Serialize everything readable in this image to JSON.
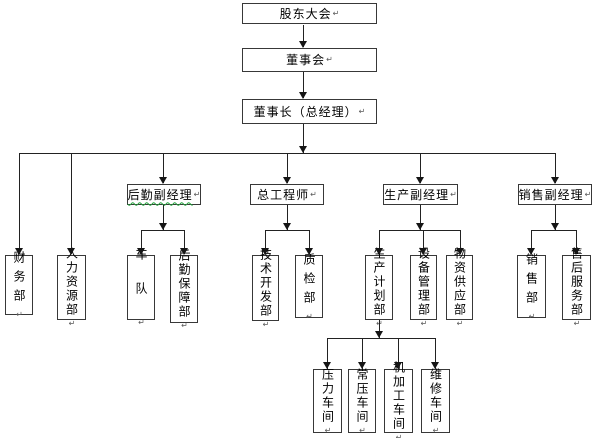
{
  "diagram_type": "organization-chart",
  "colors": {
    "line": "#222222",
    "box_border": "#383838",
    "grammar_underline": "#23a33c",
    "background": "#ffffff"
  },
  "marks": {
    "return_mark": "↵"
  },
  "nodes": {
    "shareholders": {
      "label": "股东大会"
    },
    "board": {
      "label": "董事会"
    },
    "chairman": {
      "label": "董事长（总经理）"
    },
    "logistics_mgr": {
      "label": "后勤副经理"
    },
    "chief_engineer": {
      "label": "总工程师"
    },
    "production_mgr": {
      "label": "生产副经理"
    },
    "sales_mgr": {
      "label": "销售副经理"
    },
    "finance": {
      "label": "财务部"
    },
    "hr": {
      "label": "人力资源部"
    },
    "fleet": {
      "label": "车队"
    },
    "logistics_support": {
      "label": "后勤保障部"
    },
    "tech_dev": {
      "label": "技术开发部"
    },
    "qc": {
      "label": "质检部"
    },
    "production_planning": {
      "label": "生产计划部"
    },
    "equipment_mgmt": {
      "label": "设备管理部"
    },
    "material_supply": {
      "label": "物资供应部"
    },
    "sales_dept": {
      "label": "销售部"
    },
    "after_sales": {
      "label": "售后服务部"
    },
    "pressure_ws": {
      "label": "压力车间"
    },
    "normal_pressure_ws": {
      "label": "常压车间"
    },
    "machining_ws": {
      "label": "机加工车间"
    },
    "maintenance_ws": {
      "label": "维修车间"
    }
  },
  "edges": [
    [
      "shareholders",
      "board"
    ],
    [
      "board",
      "chairman"
    ],
    [
      "chairman",
      "finance"
    ],
    [
      "chairman",
      "hr"
    ],
    [
      "chairman",
      "logistics_mgr"
    ],
    [
      "chairman",
      "chief_engineer"
    ],
    [
      "chairman",
      "production_mgr"
    ],
    [
      "chairman",
      "sales_mgr"
    ],
    [
      "logistics_mgr",
      "fleet"
    ],
    [
      "logistics_mgr",
      "logistics_support"
    ],
    [
      "chief_engineer",
      "tech_dev"
    ],
    [
      "chief_engineer",
      "qc"
    ],
    [
      "production_mgr",
      "production_planning"
    ],
    [
      "production_mgr",
      "equipment_mgmt"
    ],
    [
      "production_mgr",
      "material_supply"
    ],
    [
      "sales_mgr",
      "sales_dept"
    ],
    [
      "sales_mgr",
      "after_sales"
    ],
    [
      "production_planning",
      "pressure_ws"
    ],
    [
      "production_planning",
      "normal_pressure_ws"
    ],
    [
      "production_planning",
      "machining_ws"
    ],
    [
      "production_planning",
      "maintenance_ws"
    ]
  ]
}
